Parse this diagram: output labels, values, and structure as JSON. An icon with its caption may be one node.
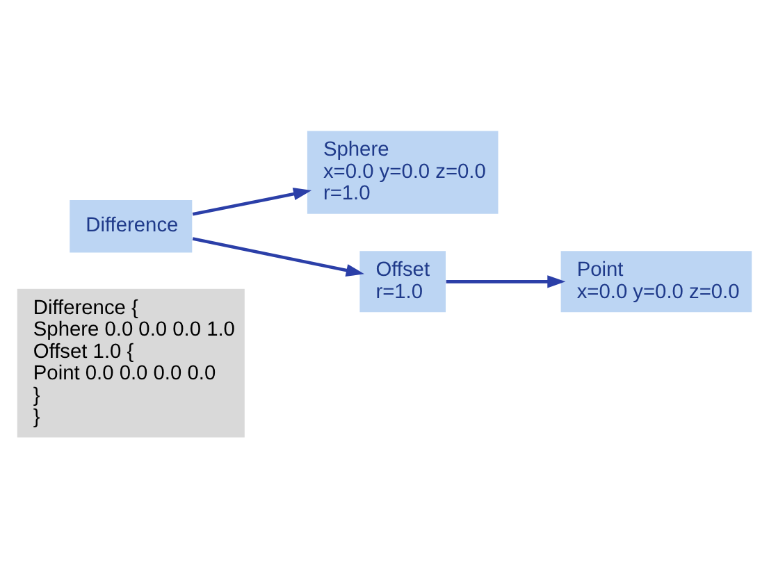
{
  "diagram": {
    "nodes": [
      {
        "text": [
          "Difference {",
          "Sphere 0.0 0.0 0.0 1.0",
          "Offset 1.0 {",
          "Point 0.0 0.0 0.0 0.0",
          "}",
          "}"
        ]
      },
      {
        "text": [
          "Difference"
        ]
      },
      {
        "text": [
          "Sphere",
          "x=0.0 y=0.0 z=0.0",
          "r=1.0"
        ]
      },
      {
        "text": [
          "Offset",
          "r=1.0"
        ]
      },
      {
        "text": [
          "Point",
          "x=0.0 y=0.0 z=0.0"
        ]
      }
    ],
    "edges": [
      {
        "from": 1,
        "to": 2,
        "arrow": "to"
      },
      {
        "from": 1,
        "to": 3,
        "arrow": "to"
      },
      {
        "from": 3,
        "to": 4,
        "arrow": "to"
      }
    ]
  }
}
